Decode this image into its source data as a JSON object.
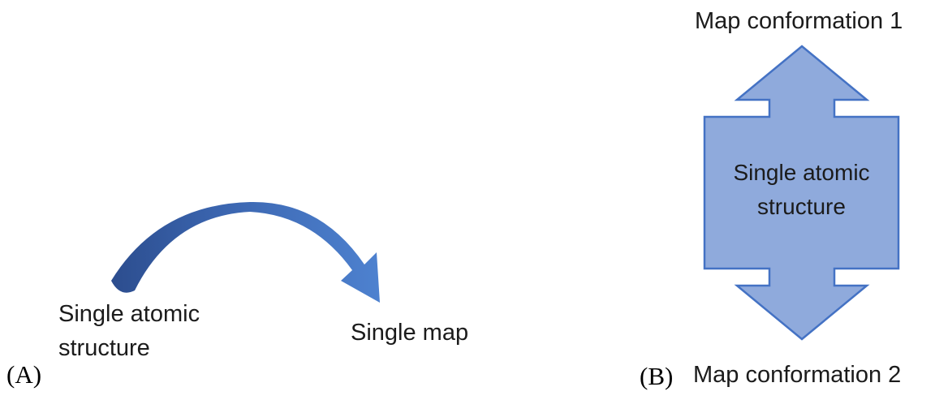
{
  "figure": {
    "type": "two-panel scientific diagram"
  },
  "panel_a": {
    "corner_label": "(A)",
    "source_label": "Single atomic structure",
    "target_label": "Single map",
    "arrow": "curved-arrow pointing from source down-right to target"
  },
  "panel_b": {
    "corner_label": "(B)",
    "top_label": "Map conformation 1",
    "center_label": "Single atomic structure",
    "bottom_label": "Map conformation 2",
    "arrow": "double-headed vertical block arrow through central box"
  },
  "colors": {
    "box_fill": "#8faadc",
    "box_border": "#4472c4",
    "curved_arrow_dark": "#2c4d8e",
    "curved_arrow_mid": "#3a64ae",
    "curved_arrow_light": "#4e82d0",
    "text": "#1b1b1b",
    "background": "#ffffff"
  }
}
